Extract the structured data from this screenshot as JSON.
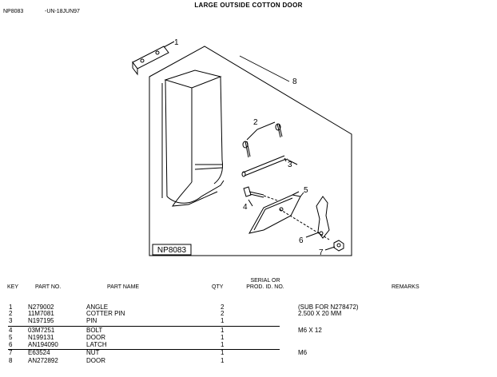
{
  "header": {
    "code": "NP8083",
    "date": "-UN-18JUN97",
    "title": "LARGE OUTSIDE COTTON DOOR"
  },
  "diagram": {
    "figure_label": "NP8083",
    "callouts": [
      "1",
      "2",
      "3",
      "4",
      "5",
      "6",
      "7",
      "8"
    ]
  },
  "table": {
    "headers": {
      "key": "KEY",
      "part_no": "PART NO.",
      "part_name": "PART NAME",
      "qty": "QTY",
      "serial_line1": "SERIAL OR",
      "serial_line2": "PROD. ID. NO.",
      "remarks": "REMARKS"
    },
    "rows": [
      {
        "key": "1",
        "part_no": "N279002",
        "name": "ANGLE",
        "qty": "2",
        "remarks": "(SUB FOR N278472)"
      },
      {
        "key": "2",
        "part_no": "11M7081",
        "name": "COTTER PIN",
        "qty": "2",
        "remarks": "2.500 X 20 MM"
      },
      {
        "key": "3",
        "part_no": "N197195",
        "name": "PIN",
        "qty": "1",
        "remarks": ""
      },
      {
        "key": "4",
        "part_no": "03M7251",
        "name": "BOLT",
        "qty": "1",
        "remarks": "M6 X 12"
      },
      {
        "key": "5",
        "part_no": "N199131",
        "name": "DOOR",
        "qty": "1",
        "remarks": ""
      },
      {
        "key": "6",
        "part_no": "AN194090",
        "name": "LATCH",
        "qty": "1",
        "remarks": ""
      },
      {
        "key": "7",
        "part_no": "E63524",
        "name": "NUT",
        "qty": "1",
        "remarks": "M6"
      },
      {
        "key": "8",
        "part_no": "AN272892",
        "name": "DOOR",
        "qty": "1",
        "remarks": ""
      }
    ]
  }
}
